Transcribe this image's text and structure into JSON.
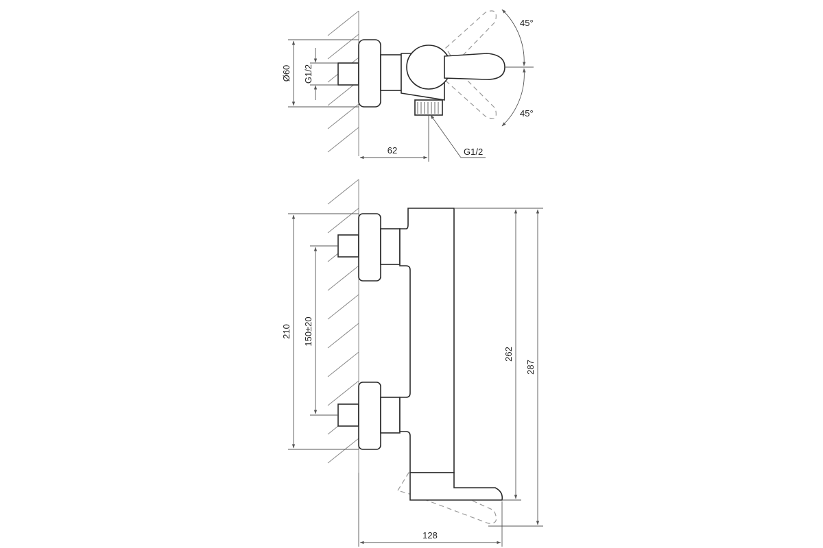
{
  "top_view": {
    "labels": {
      "diameter": "Ø60",
      "inlet_thread": "G1/2",
      "depth": "62",
      "outlet_thread": "G1/2",
      "angle_up": "45°",
      "angle_down": "45°"
    }
  },
  "side_view": {
    "labels": {
      "connections_height": "210",
      "spacing": "150±20",
      "body_height": "262",
      "total_height": "287",
      "projection": "128"
    }
  },
  "colors": {
    "line": "#2a2a2a",
    "dimension": "#555555",
    "ghost": "#9a9a9a"
  }
}
